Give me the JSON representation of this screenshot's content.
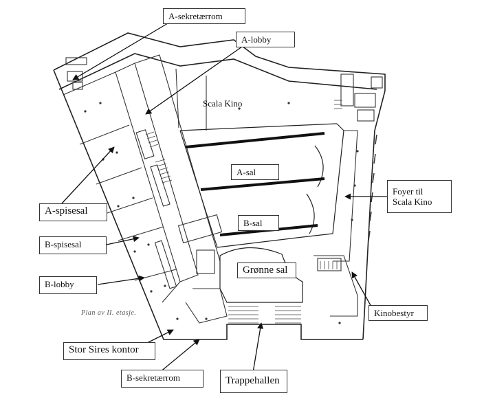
{
  "caption": "Plan av II. etasje.",
  "labels": {
    "a_sekretaerrom": "A-sekretærrom",
    "a_lobby": "A-lobby",
    "scala_kino": "Scala Kino",
    "a_sal": "A-sal",
    "b_sal": "B-sal",
    "gronne_sal": "Grønne sal",
    "foyer": "Foyer til\nScala Kino",
    "kinobestyr": "Kinobestyr",
    "a_spisesal": "A-spisesal",
    "b_spisesal": "B-spisesal",
    "b_lobby": "B-lobby",
    "stor_sires_kontor": "Stor Sires kontor",
    "b_sekretaerrom": "B-sekretærrom",
    "trappehallen": "Trappehallen"
  }
}
